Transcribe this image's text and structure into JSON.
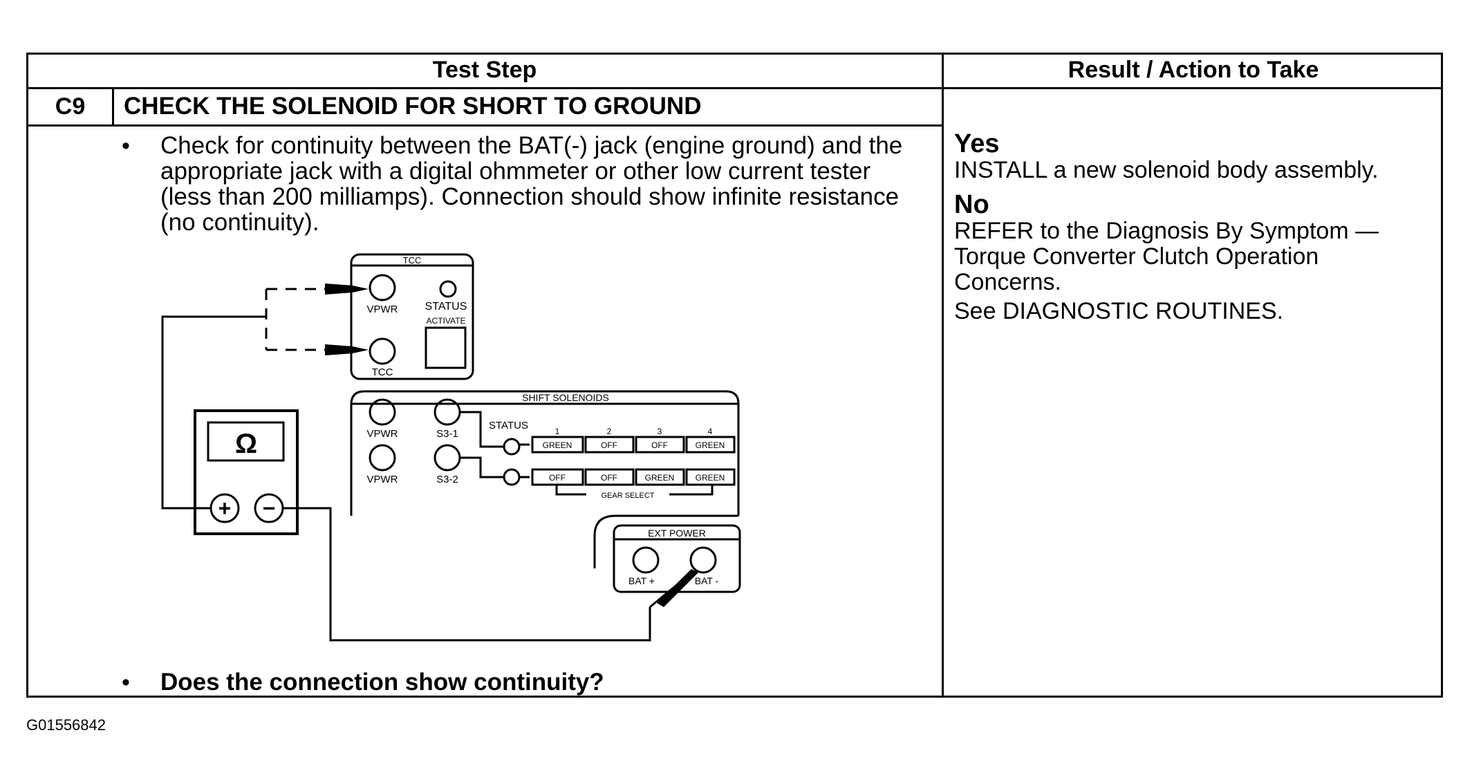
{
  "table": {
    "header_left": "Test Step",
    "header_right": "Result / Action to Take",
    "step_id": "C9",
    "step_title": "CHECK THE SOLENOID FOR SHORT TO GROUND",
    "instruction": "Check for continuity between the BAT(-) jack (engine ground) and the appropriate jack with a digital ohmmeter or other low current tester (less than 200 milliamps). Connection should show infinite resistance (no continuity).",
    "question": "Does the connection show continuity?",
    "yes_label": "Yes",
    "yes_action": "INSTALL a new solenoid body assembly.",
    "no_label": "No",
    "no_action": "REFER to the Diagnosis By Symptom — Torque Converter Clutch Operation Concerns.",
    "no_action_2": "See DIAGNOSTIC ROUTINES."
  },
  "diagram": {
    "tcc_title": "TCC",
    "tcc_vpwr": "VPWR",
    "tcc_status": "STATUS",
    "tcc_activate": "ACTIVATE",
    "tcc_tcc": "TCC",
    "meter_symbol": "Ω",
    "meter_plus": "+",
    "meter_minus": "−",
    "shift_title": "SHIFT SOLENOIDS",
    "vpwr_1": "VPWR",
    "vpwr_2": "VPWR",
    "s3_1": "S3-1",
    "s3_2": "S3-2",
    "status": "STATUS",
    "col_1": "1",
    "col_2": "2",
    "col_3": "3",
    "col_4": "4",
    "row1": [
      "GREEN",
      "OFF",
      "OFF",
      "GREEN"
    ],
    "row2": [
      "OFF",
      "OFF",
      "GREEN",
      "GREEN"
    ],
    "gear_select": "GEAR SELECT",
    "ext_power": "EXT POWER",
    "bat_plus": "BAT +",
    "bat_minus": "BAT -"
  },
  "figure_id": "G01556842"
}
